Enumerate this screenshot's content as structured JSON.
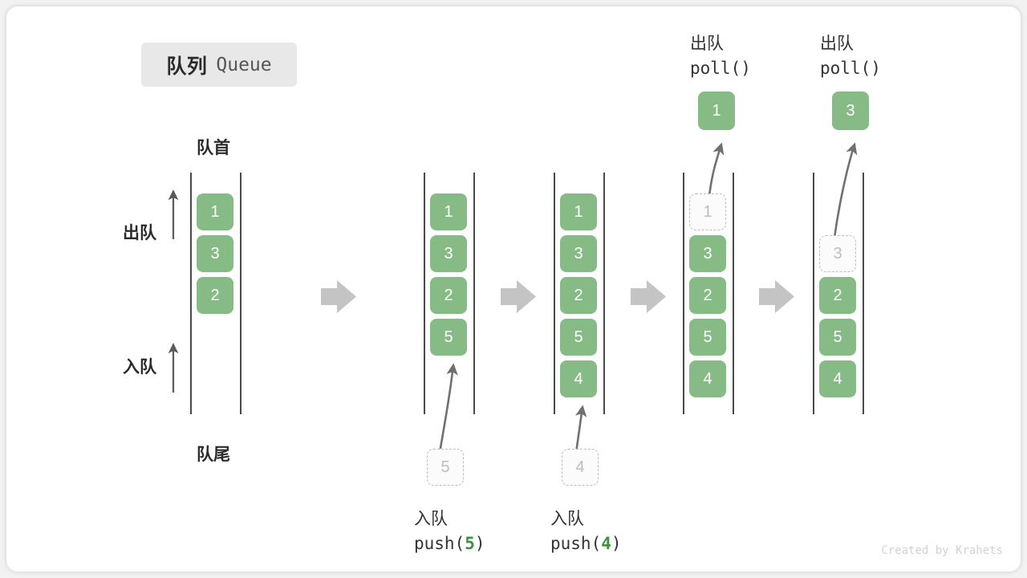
{
  "title": {
    "cn": "队列",
    "en": "Queue"
  },
  "labels": {
    "front": "队首",
    "rear": "队尾",
    "dequeue": "出队",
    "enqueue": "入队"
  },
  "watermark": "Created by Krahets",
  "colors": {
    "cell_green": "#86bb86",
    "ghost_border": "#bdbdbd",
    "ghost_text": "#bdbdbd",
    "rail": "#4a4a4a",
    "arrow_gray": "#c4c4c4",
    "curve_arrow": "#707070",
    "accent_number": "#3f9142",
    "badge_bg": "#e8e8e8",
    "text_dark": "#2b2b2b"
  },
  "chart_data": {
    "type": "diagram",
    "title": "队列 Queue",
    "capacity": 6,
    "states": [
      {
        "id": "state-1",
        "items": [
          "1",
          "3",
          "2"
        ],
        "ghost_index": null,
        "operation": null
      },
      {
        "id": "state-2",
        "items": [
          "1",
          "3",
          "2",
          "5"
        ],
        "ghost_index": null,
        "operation": {
          "kind": "push",
          "cn": "入队",
          "code": "push(",
          "value": "5",
          "code_close": ")",
          "incoming": "5"
        }
      },
      {
        "id": "state-3",
        "items": [
          "1",
          "3",
          "2",
          "5",
          "4"
        ],
        "ghost_index": null,
        "operation": {
          "kind": "push",
          "cn": "入队",
          "code": "push(",
          "value": "4",
          "code_close": ")",
          "incoming": "4"
        }
      },
      {
        "id": "state-4",
        "items": [
          "1",
          "3",
          "2",
          "5",
          "4"
        ],
        "ghost_index": 0,
        "operation": {
          "kind": "poll",
          "cn": "出队",
          "code": "poll()",
          "outgoing": "1"
        }
      },
      {
        "id": "state-5",
        "items": [
          "",
          "3",
          "2",
          "5",
          "4"
        ],
        "ghost_index": 1,
        "operation": {
          "kind": "poll",
          "cn": "出队",
          "code": "poll()",
          "outgoing": "3"
        }
      }
    ]
  },
  "columns": {
    "c1": {
      "cells": [
        "1",
        "3",
        "2"
      ]
    },
    "c2": {
      "cells": [
        "1",
        "3",
        "2",
        "5"
      ],
      "incoming": "5",
      "op_cn": "入队",
      "op_pre": "push(",
      "op_val": "5",
      "op_post": ")"
    },
    "c3": {
      "cells": [
        "1",
        "3",
        "2",
        "5",
        "4"
      ],
      "incoming": "4",
      "op_cn": "入队",
      "op_pre": "push(",
      "op_val": "4",
      "op_post": ")"
    },
    "c4": {
      "ghost": "1",
      "cells": [
        "3",
        "2",
        "5",
        "4"
      ],
      "outgoing": "1",
      "op_cn": "出队",
      "op_code": "poll()"
    },
    "c5": {
      "ghost": "3",
      "cells": [
        "2",
        "5",
        "4"
      ],
      "outgoing": "3",
      "op_cn": "出队",
      "op_code": "poll()"
    }
  }
}
